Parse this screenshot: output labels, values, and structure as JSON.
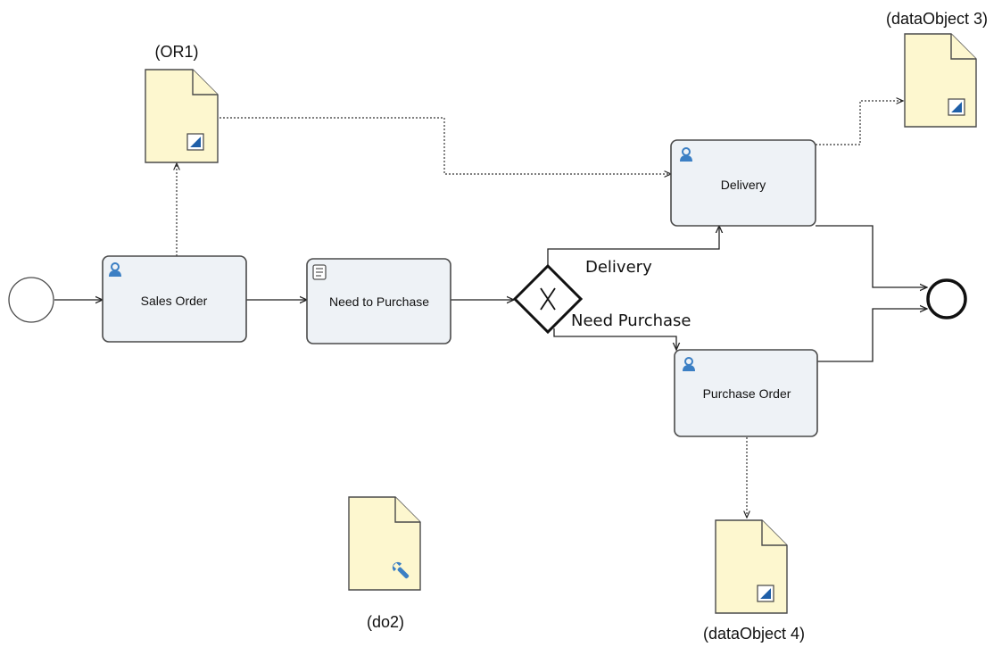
{
  "diagram": {
    "tasks": {
      "sales_order": {
        "label": "Sales Order",
        "icon": "user-task-icon"
      },
      "need_to_purchase": {
        "label": "Need to Purchase",
        "icon": "script-task-icon"
      },
      "delivery": {
        "label": "Delivery",
        "icon": "user-task-icon"
      },
      "purchase_order": {
        "label": "Purchase Order",
        "icon": "user-task-icon"
      }
    },
    "gateway": {
      "icon": "exclusive-gateway-icon"
    },
    "flows": {
      "delivery_label": "Delivery",
      "need_purchase_label": "Need Purchase"
    },
    "data_objects": {
      "or1": {
        "label": "(OR1)",
        "icon": "output-marker-icon"
      },
      "data_object_3": {
        "label": "(dataObject 3)",
        "icon": "output-marker-icon"
      },
      "data_object_4": {
        "label": "(dataObject 4)",
        "icon": "output-marker-icon"
      },
      "do2": {
        "label": "(do2)",
        "icon": "wrench-icon"
      }
    },
    "colors": {
      "task_fill": "#eef2f6",
      "data_object_fill": "#fdf7cf",
      "user_icon": "#3b7fc4"
    }
  }
}
